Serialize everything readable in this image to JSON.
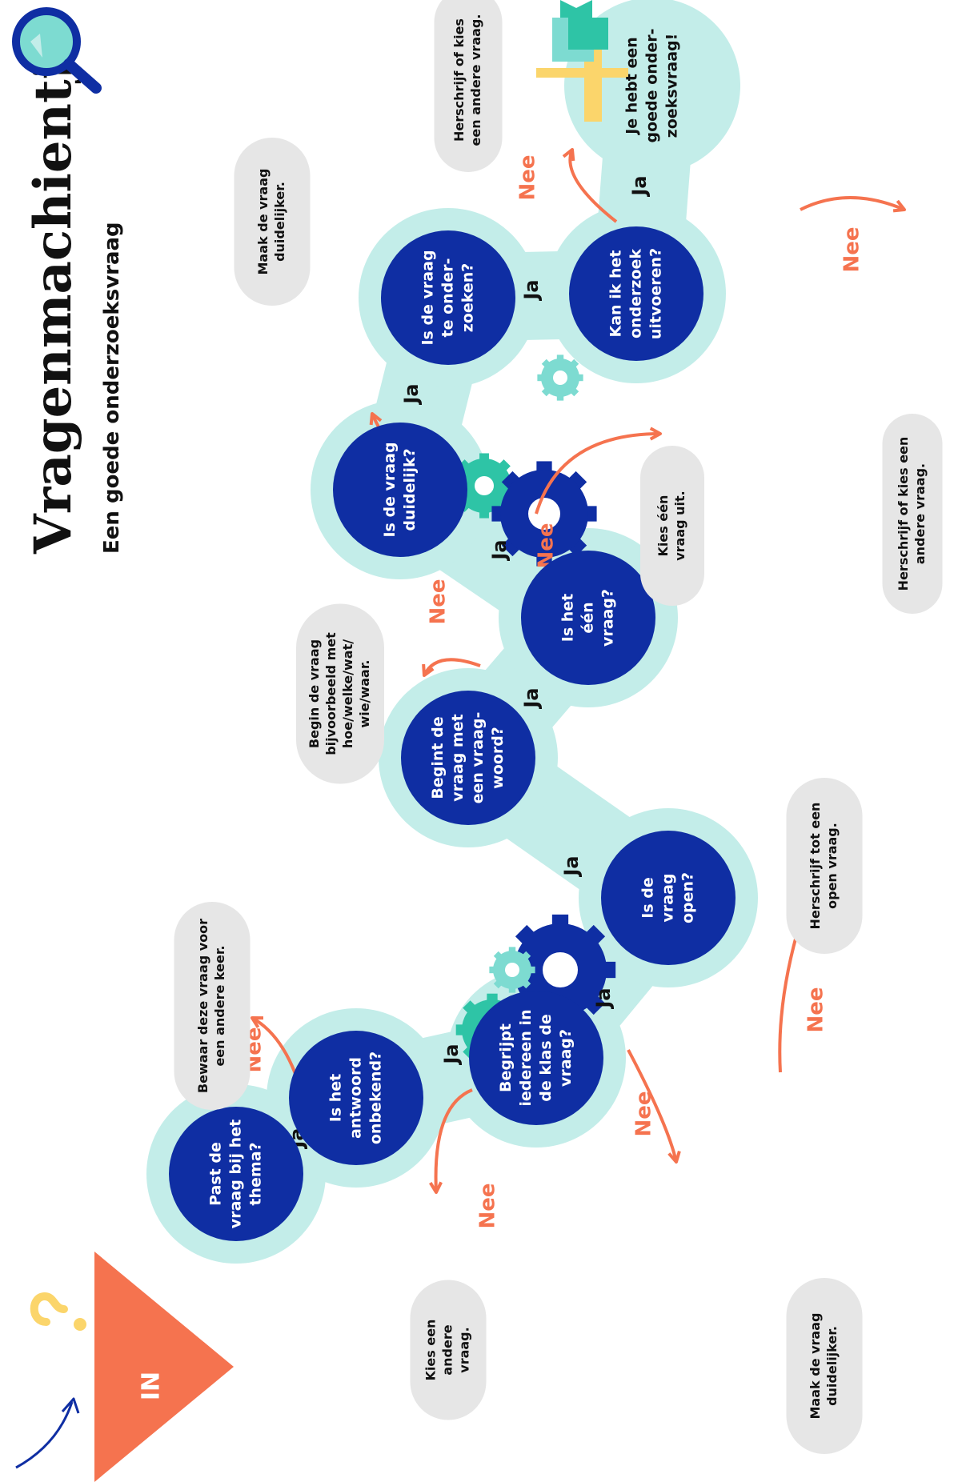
{
  "header": {
    "title": "Vragenmachientje",
    "subtitle": "Een goede onderzoeksvraag"
  },
  "start": {
    "label": "IN"
  },
  "questions": [
    {
      "id": "q1",
      "lines": [
        "Past de",
        "vraag bij het",
        "thema?"
      ]
    },
    {
      "id": "q2",
      "lines": [
        "Is het",
        "antwoord",
        "onbekend?"
      ]
    },
    {
      "id": "q3",
      "lines": [
        "Begrijpt",
        "iedereen in",
        "de klas de",
        "vraag?"
      ]
    },
    {
      "id": "q4",
      "lines": [
        "Is de",
        "vraag",
        "open?"
      ]
    },
    {
      "id": "q5",
      "lines": [
        "Begint de",
        "vraag met",
        "een vraag-",
        "woord?"
      ]
    },
    {
      "id": "q6",
      "lines": [
        "Is het",
        "één",
        "vraag?"
      ]
    },
    {
      "id": "q7",
      "lines": [
        "Is de vraag",
        "duidelijk?"
      ]
    },
    {
      "id": "q8",
      "lines": [
        "Is de vraag",
        "te onder-",
        "zoeken?"
      ]
    },
    {
      "id": "q9",
      "lines": [
        "Kan ik het",
        "onderzoek",
        "uitvoeren?"
      ]
    },
    {
      "id": "q10",
      "lines": [
        "Je hebt een",
        "goede onder-",
        "zoeksvraag!"
      ]
    }
  ],
  "yes_label": "Ja",
  "no_label": "Nee",
  "outcomes": [
    {
      "id": "o1",
      "lines": [
        "Kies een",
        "andere",
        "vraag."
      ]
    },
    {
      "id": "o2",
      "lines": [
        "Bewaar deze vraag voor",
        "een andere keer."
      ]
    },
    {
      "id": "o3",
      "lines": [
        "Maak de vraag",
        "duidelijker."
      ]
    },
    {
      "id": "o4",
      "lines": [
        "Herschrijf tot een",
        "open vraag."
      ]
    },
    {
      "id": "o5",
      "lines": [
        "Begin de vraag",
        "bijvoorbeeld met",
        "hoe/welke/wat/",
        "wie/waar."
      ]
    },
    {
      "id": "o6",
      "lines": [
        "Kies één",
        "vraag uit."
      ]
    },
    {
      "id": "o7",
      "lines": [
        "Maak de vraag",
        "duidelijker."
      ]
    },
    {
      "id": "o8",
      "lines": [
        "Herschrijf of kies een",
        "andere vraag."
      ]
    },
    {
      "id": "o9",
      "lines": [
        "Herschrijf of kies",
        "een andere vraag."
      ]
    }
  ],
  "icons": [
    "magnifier-icon",
    "question-mark-icon",
    "gears-icon",
    "flag-icon"
  ],
  "colors": {
    "navy": "#0f2ea3",
    "mint": "#c3ede9",
    "orange": "#f5734f",
    "grey": "#e6e6e6",
    "teal": "#2ec4a6",
    "lightteal": "#7ddbd1",
    "yellow": "#fbd56b",
    "ink": "#111111"
  }
}
